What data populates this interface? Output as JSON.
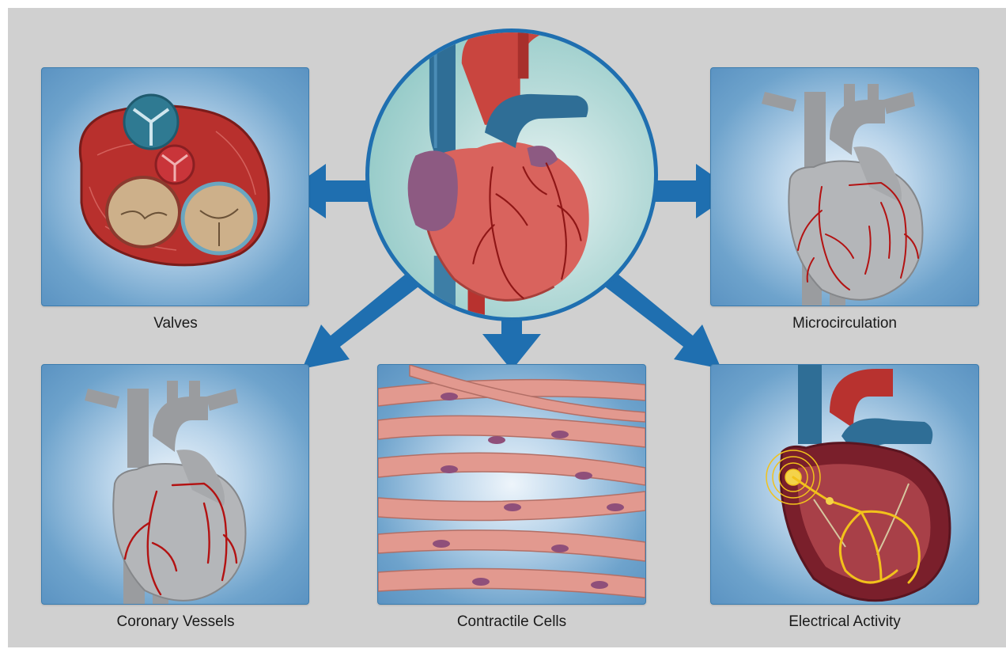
{
  "captions": {
    "valves": "Valves",
    "microcirculation": "Microcirculation",
    "coronary": "Coronary Vessels",
    "contractile": "Contractile Cells",
    "electrical": "Electrical Activity"
  },
  "colors": {
    "background": "#d0d0d0",
    "arrow": "#1f6fb0",
    "panel_blue": "#5b93c2",
    "heart_red": "#c9534f",
    "vessel_blue": "#2f6e96",
    "artery_red": "#b31212",
    "conduction_yellow": "#f2c21b"
  }
}
